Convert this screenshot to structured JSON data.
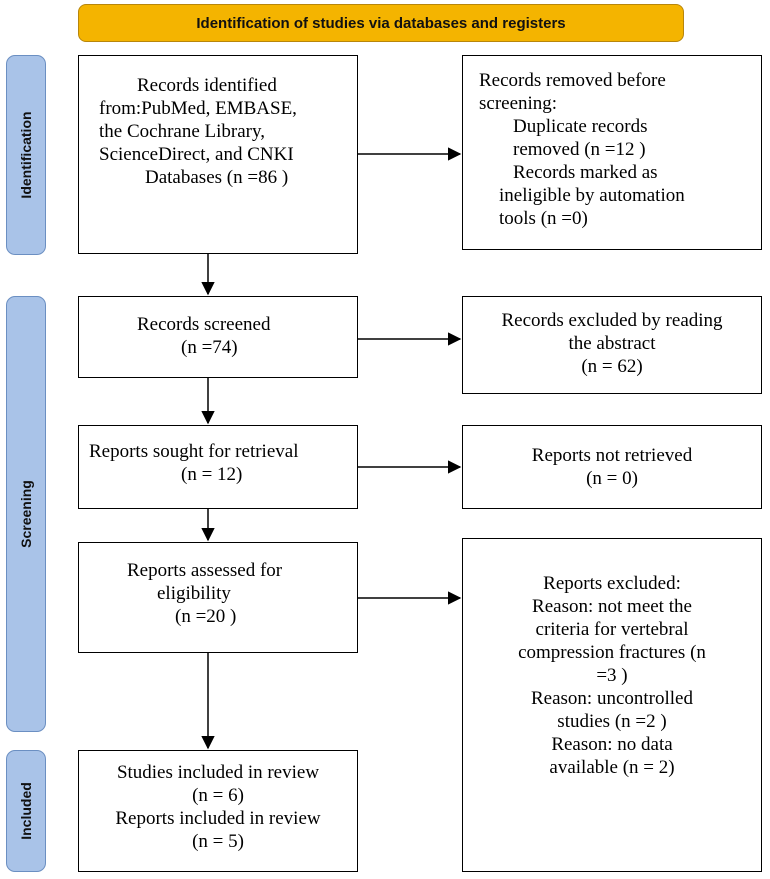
{
  "banner": {
    "title": "Identification of studies via databases and registers"
  },
  "phases": {
    "identification": "Identification",
    "screening": "Screening",
    "included": "Included"
  },
  "boxes": {
    "identified": {
      "lines": [
        "Records identified",
        "from:PubMed, EMBASE,",
        "the Cochrane Library,",
        "ScienceDirect, and CNKI",
        "Databases (n =86 )"
      ]
    },
    "removed": {
      "lines": [
        "Records removed before",
        "screening:",
        "Duplicate records",
        "removed  (n =12 )",
        "Records marked as",
        "ineligible by automation",
        "tools (n =0)"
      ]
    },
    "screened": {
      "lines": [
        "Records screened",
        "(n =74)"
      ]
    },
    "excluded_abstract": {
      "lines": [
        "Records excluded by reading",
        "the abstract",
        "(n = 62)"
      ]
    },
    "sought": {
      "lines": [
        "Reports sought for retrieval",
        "(n = 12)"
      ]
    },
    "not_retrieved": {
      "lines": [
        "Reports not retrieved",
        "(n = 0)"
      ]
    },
    "assessed": {
      "lines": [
        "Reports assessed for",
        "eligibility",
        "(n =20 )"
      ]
    },
    "excluded_reports": {
      "lines": [
        "Reports excluded:",
        "Reason: not meet the",
        "criteria for vertebral",
        "compression fractures (n",
        "=3 )",
        "Reason: uncontrolled",
        "studies (n =2 )",
        "Reason: no data",
        "available  (n = 2)"
      ]
    },
    "included": {
      "lines": [
        "Studies included in review",
        "(n = 6)",
        "Reports included in review",
        "(n = 5)"
      ]
    }
  }
}
